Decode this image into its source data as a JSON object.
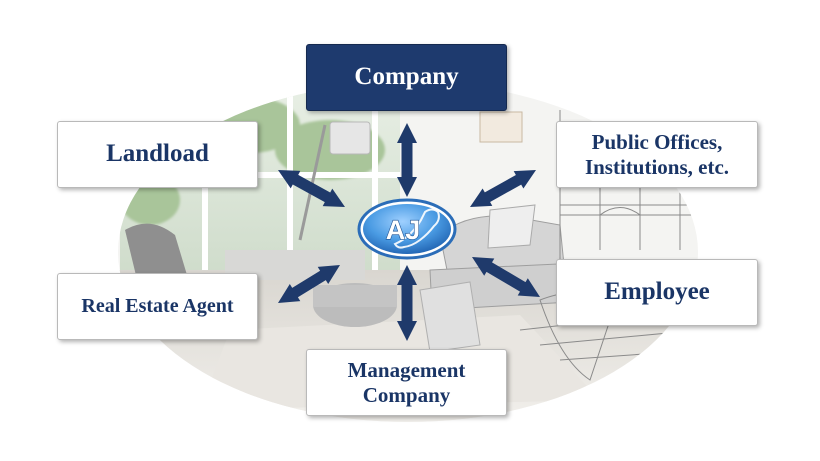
{
  "hub": {
    "logo_text": "AJ"
  },
  "boxes": {
    "company": "Company",
    "landload": "Landload",
    "public_offices": "Public Offices,\nInstitutions, etc.",
    "real_estate_agent": "Real Estate Agent",
    "employee": "Employee",
    "management_company": "Management\nCompany"
  },
  "colors": {
    "navy": "#1e3a6e",
    "arrow": "#1f3a6b",
    "text": "#1a3566",
    "hub_blue": "#3b86d6"
  },
  "icons": {
    "hub": "aj-logo-with-japan-map",
    "background": "living-room-sketch-photo"
  }
}
